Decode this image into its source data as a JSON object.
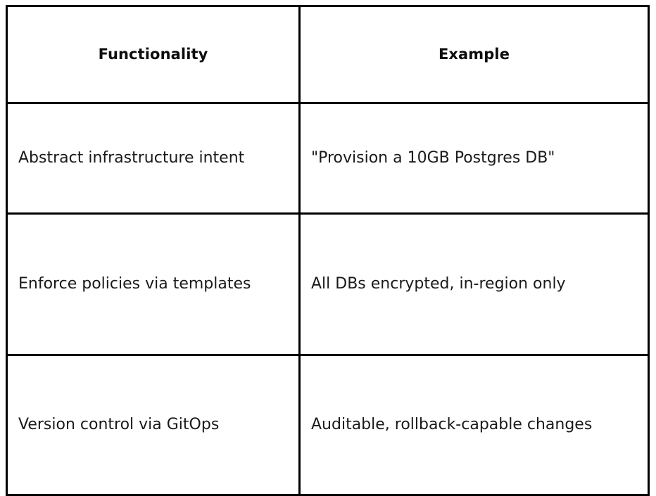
{
  "document": {
    "type": "table",
    "background_color": "#ffffff",
    "border_color": "#000000",
    "text_color": "#1a1a1a"
  },
  "table": {
    "columns": [
      {
        "key": "functionality",
        "header": "Functionality",
        "align": "center"
      },
      {
        "key": "example",
        "header": "Example",
        "align": "center"
      }
    ],
    "rows": [
      {
        "functionality": "Abstract infrastructure intent",
        "example": "\"Provision a 10GB Postgres DB\""
      },
      {
        "functionality": "Enforce policies via templates",
        "example": "All DBs encrypted, in-region only"
      },
      {
        "functionality": "Version control via GitOps",
        "example": "Auditable, rollback-capable changes"
      }
    ]
  }
}
